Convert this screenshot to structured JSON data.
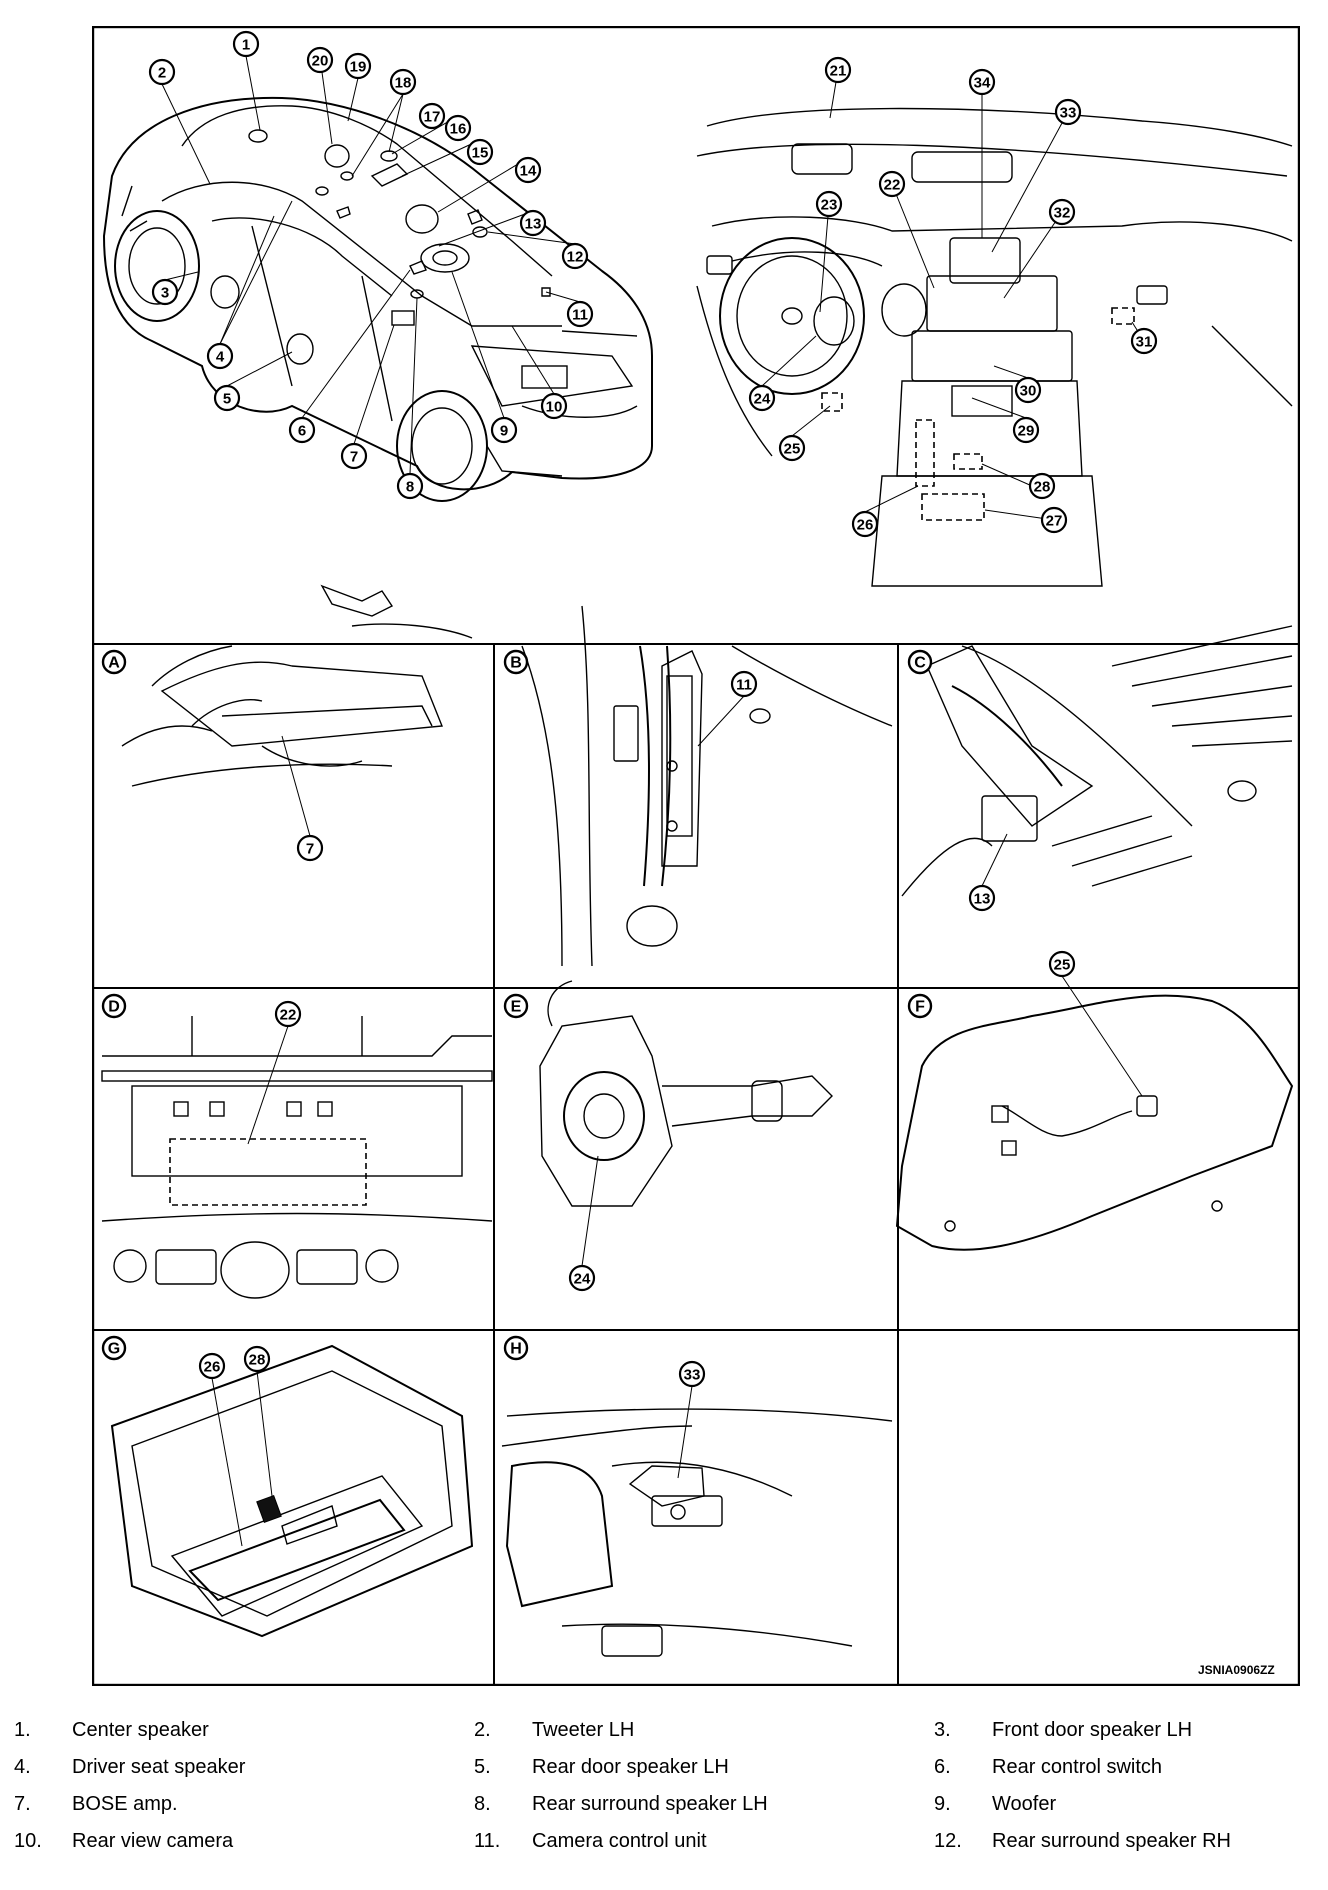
{
  "figure": {
    "code": "JSNIA0906ZZ",
    "overview_callouts": [
      "1",
      "2",
      "3",
      "4",
      "5",
      "6",
      "7",
      "8",
      "9",
      "10",
      "11",
      "12",
      "13",
      "14",
      "15",
      "16",
      "17",
      "18",
      "19",
      "20"
    ],
    "cockpit_callouts": [
      "21",
      "22",
      "23",
      "24",
      "25",
      "26",
      "27",
      "28",
      "29",
      "30",
      "31",
      "32",
      "33",
      "34"
    ],
    "panels": [
      {
        "letter": "A",
        "callouts": [
          "7"
        ]
      },
      {
        "letter": "B",
        "callouts": [
          "11"
        ]
      },
      {
        "letter": "C",
        "callouts": [
          "13"
        ]
      },
      {
        "letter": "D",
        "callouts": [
          "22"
        ]
      },
      {
        "letter": "E",
        "callouts": [
          "24"
        ]
      },
      {
        "letter": "F",
        "callouts": [
          "25"
        ]
      },
      {
        "letter": "G",
        "callouts": [
          "26",
          "28"
        ]
      },
      {
        "letter": "H",
        "callouts": [
          "33"
        ]
      }
    ]
  },
  "legend": [
    {
      "num": "1.",
      "name": "Center speaker"
    },
    {
      "num": "2.",
      "name": "Tweeter LH"
    },
    {
      "num": "3.",
      "name": "Front door speaker LH"
    },
    {
      "num": "4.",
      "name": "Driver seat speaker"
    },
    {
      "num": "5.",
      "name": "Rear door speaker LH"
    },
    {
      "num": "6.",
      "name": "Rear control switch"
    },
    {
      "num": "7.",
      "name": "BOSE amp."
    },
    {
      "num": "8.",
      "name": "Rear surround speaker LH"
    },
    {
      "num": "9.",
      "name": "Woofer"
    },
    {
      "num": "10.",
      "name": "Rear view camera"
    },
    {
      "num": "11.",
      "name": "Camera control unit"
    },
    {
      "num": "12.",
      "name": "Rear surround speaker RH"
    }
  ]
}
